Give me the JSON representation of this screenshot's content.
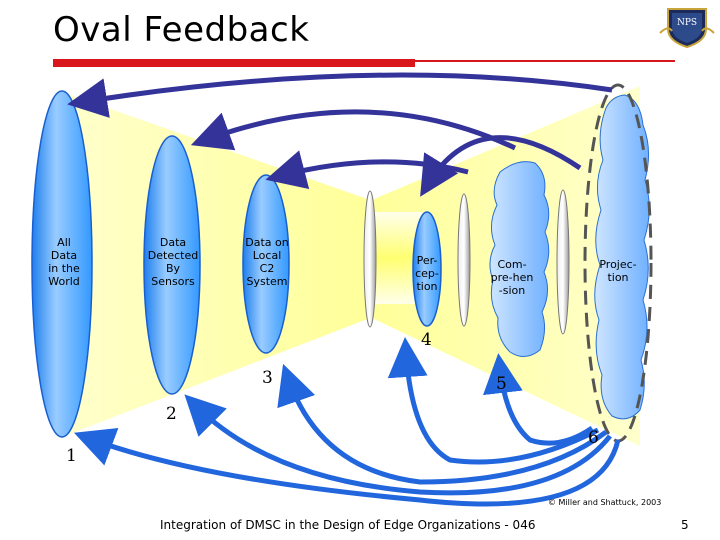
{
  "title": "Oval Feedback",
  "logo_text": "NPS",
  "labels": {
    "world": "All\nData\nin the\nWorld",
    "sensors": "Data\nDetected\nBy\nSensors",
    "c2": "Data on\nLocal\nC2\nSystem",
    "perception": "Per-\ncep-\ntion",
    "comprehension": "Com-\npre-hen\n-sion",
    "projection": "Projec-\ntion"
  },
  "numbers": [
    "1",
    "2",
    "3",
    "4",
    "5",
    "6"
  ],
  "credit": "© Miller and Shattuck, 2003",
  "footer": "Integration of DMSC in the Design of Edge Organizations - 046",
  "page_number": "5",
  "colors": {
    "accent_red": "#d9161c",
    "oval_blue": "#3399ff",
    "arrow_navy": "#333399",
    "arrow_blue": "#2266dd",
    "funnel_yellow": "#ffff99"
  }
}
